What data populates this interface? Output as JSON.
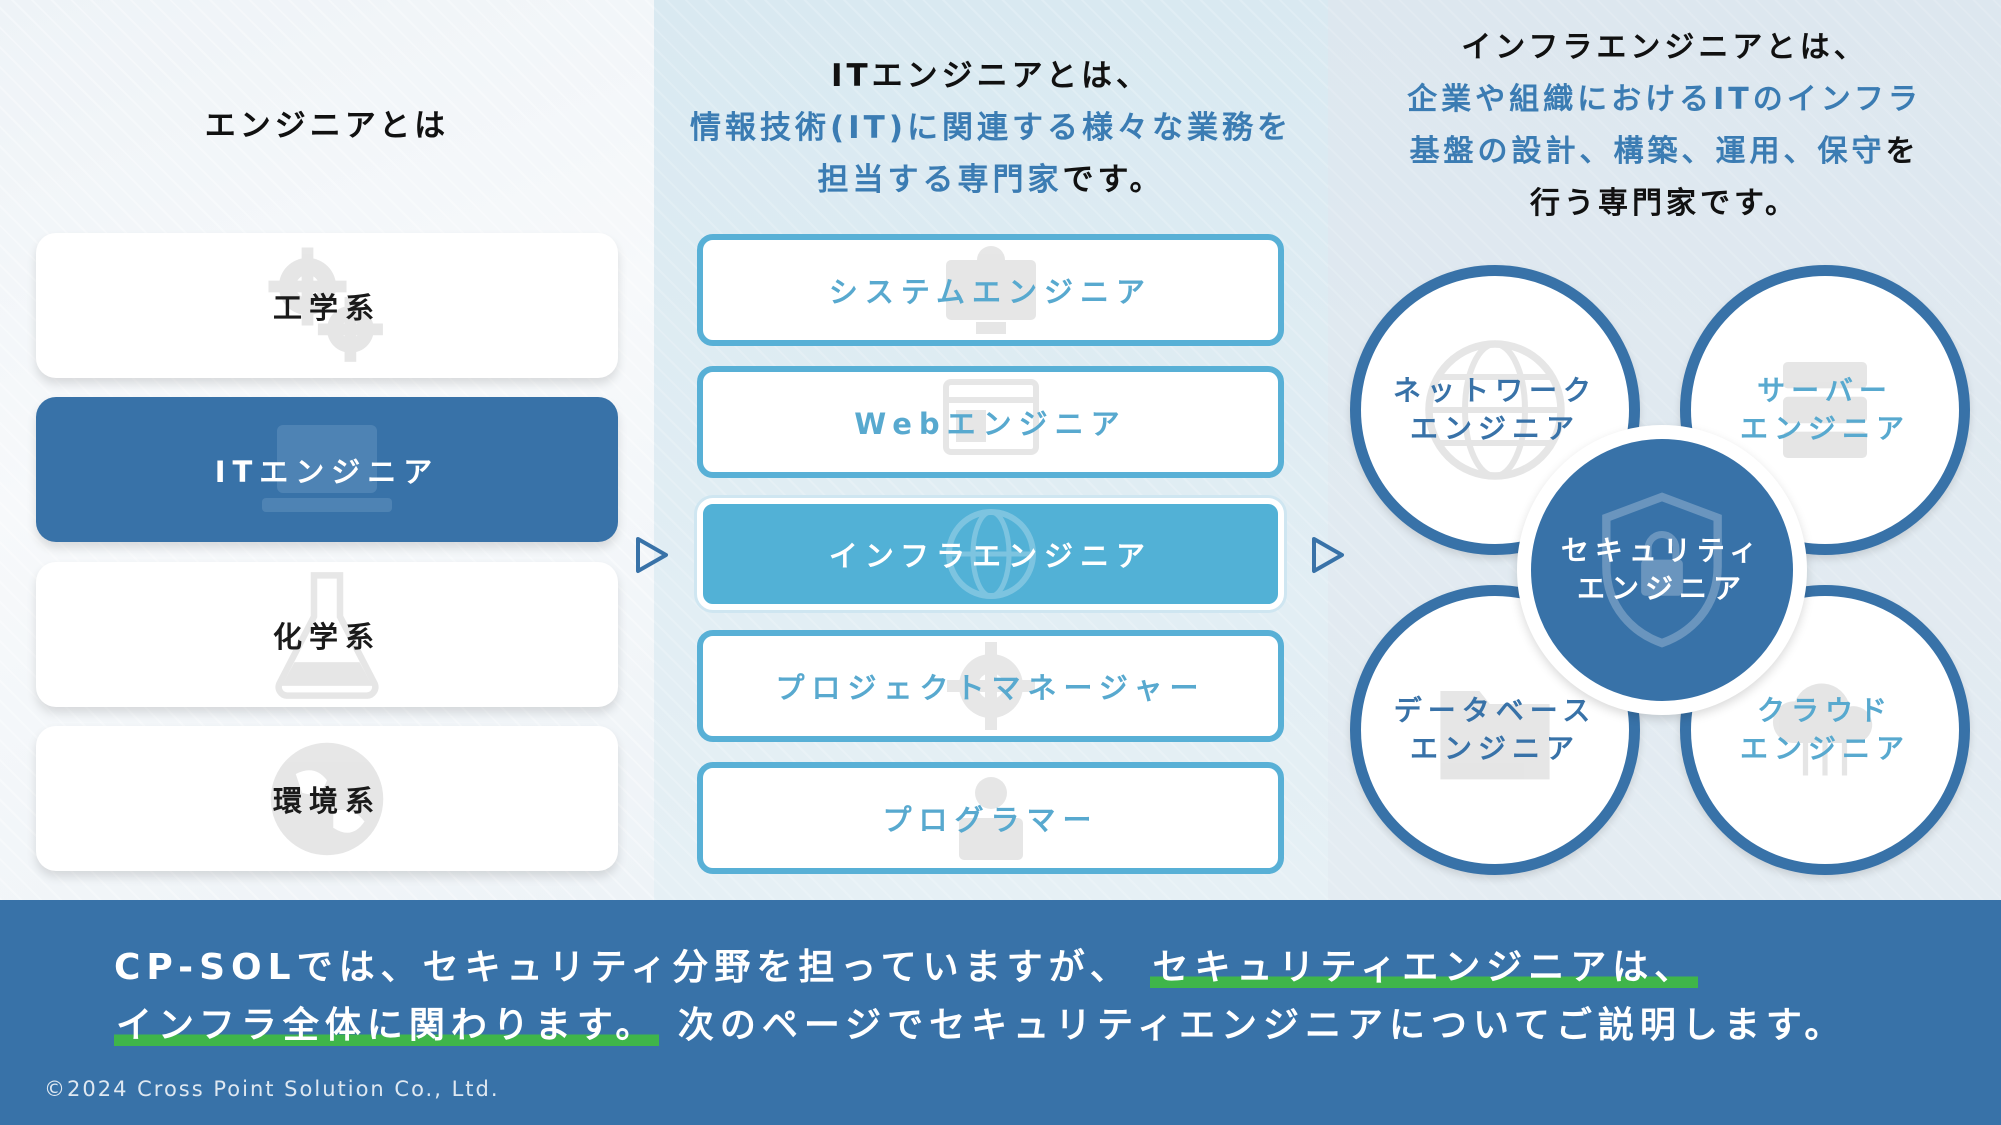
{
  "panel1": {
    "heading": "エンジニアとは",
    "cards": [
      {
        "label": "工学系",
        "icon": "gears-icon"
      },
      {
        "label": "ITエンジニア",
        "icon": "laptop-icon"
      },
      {
        "label": "化学系",
        "icon": "flask-icon"
      },
      {
        "label": "環境系",
        "icon": "globe-icon"
      }
    ]
  },
  "panel2": {
    "heading_line1": "ITエンジニアとは、",
    "heading_line2": "情報技術(IT)に関連する様々な業務を",
    "heading_line3_blue": "担当する専門家",
    "heading_line3_rest": "です。",
    "jobs": [
      {
        "label": "システムエンジニア",
        "icon": "monitor-gear-icon"
      },
      {
        "label": "Webエンジニア",
        "icon": "web-layout-icon"
      },
      {
        "label": "インフラエンジニア",
        "icon": "globe-icon"
      },
      {
        "label": "プロジェクトマネージャー",
        "icon": "gear-icon"
      },
      {
        "label": "プログラマー",
        "icon": "programmer-icon"
      }
    ]
  },
  "panel3": {
    "heading_line1": "インフラエンジニアとは、",
    "heading_line2": "企業や組織におけるITのインフラ",
    "heading_line3_blue": "基盤の設計、構築、運用、保守",
    "heading_line3_rest": "を",
    "heading_line4": "行う専門家です。",
    "circles": [
      {
        "line1": "ネットワーク",
        "line2": "エンジニア",
        "icon": "globe-icon",
        "color": "#3872a8"
      },
      {
        "line1": "サーバー",
        "line2": "エンジニア",
        "icon": "server-icon",
        "color": "#58a9cf"
      },
      {
        "line1": "データベース",
        "line2": "エンジニア",
        "icon": "folder-icon",
        "color": "#3872a8"
      },
      {
        "line1": "クラウド",
        "line2": "エンジニア",
        "icon": "cloud-icon",
        "color": "#58a9cf"
      }
    ],
    "center": {
      "line1": "セキュリティ",
      "line2": "エンジニア",
      "icon": "shield-lock-icon"
    }
  },
  "footer": {
    "line1_plain": "CP-SOLでは、セキュリティ分野を担っていますが、",
    "line1_highlight": "セキュリティエンジニアは、",
    "line2_highlight": "インフラ全体に関わります。",
    "line2_plain": "次のページでセキュリティエンジニアについてご説明します。",
    "copyright": "©2024 Cross Point Solution Co., Ltd.",
    "highlight_color": "#3fb54a"
  },
  "colors": {
    "primary": "#3872a8",
    "accent": "#58b0d6"
  }
}
